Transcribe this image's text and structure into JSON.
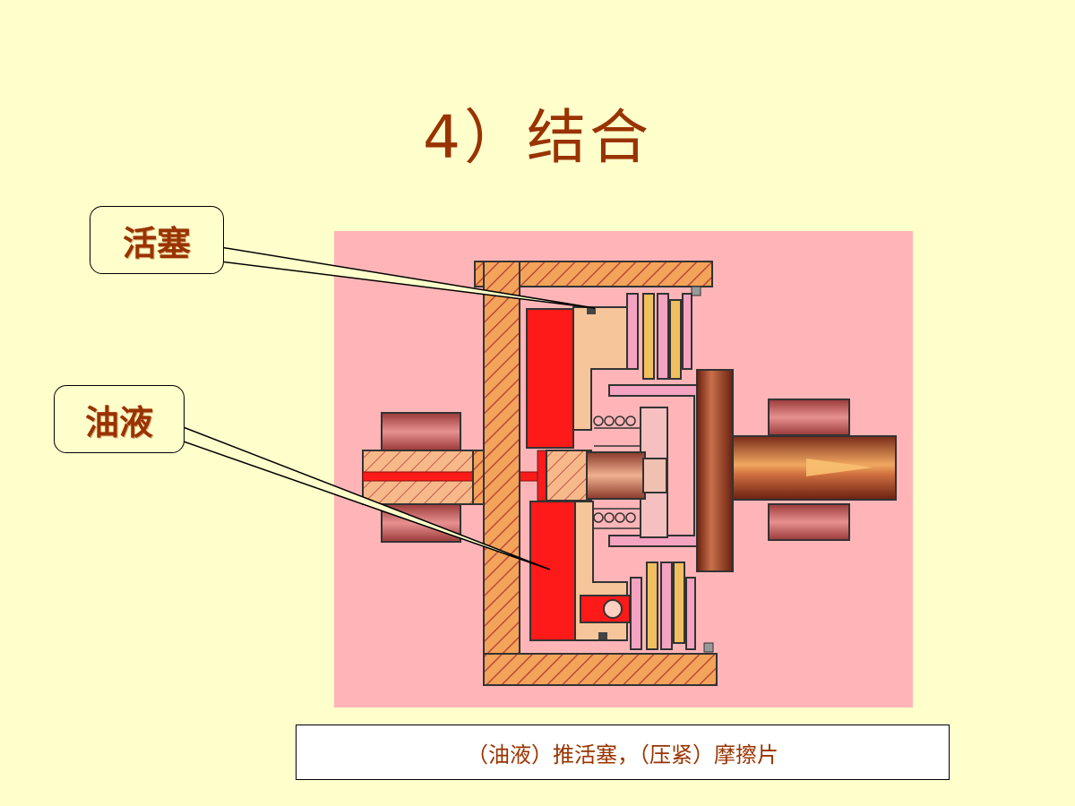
{
  "slide": {
    "title": "4）结合"
  },
  "callouts": {
    "piston": "活塞",
    "oil": "油液"
  },
  "caption": "（油液）推活塞，（压紧）摩擦片",
  "colors": {
    "background": "#ffffcc",
    "title": "#993300",
    "diagram_background": "#ffb5b8",
    "oil_red": "#ff1a1a",
    "housing_orange": "#f4a35a"
  }
}
